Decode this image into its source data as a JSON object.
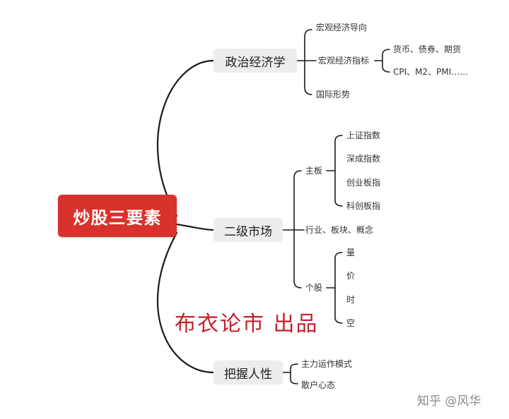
{
  "mindmap": {
    "root": "炒股三要素",
    "branches": {
      "politics": "政治经济学",
      "market": "二级市场",
      "human": "把握人性"
    },
    "politics_items": {
      "macro_policy": "宏观经济导向",
      "macro_index": "宏观经济指标",
      "international": "国际形势"
    },
    "macro_index_items": {
      "currency": "货币、债券、期货",
      "cpi": "CPI、M2、PMI……"
    },
    "market_items": {
      "main_board": "主板",
      "industry": "行业、板块、概念",
      "stock": "个股"
    },
    "main_board_items": {
      "sh": "上证指数",
      "sz": "深成指数",
      "gem": "创业板指",
      "star": "科创板指"
    },
    "stock_items": {
      "volume": "量",
      "price": "价",
      "time": "时",
      "space": "空"
    },
    "human_items": {
      "operator": "主力运作模式",
      "retail": "散户心态"
    }
  },
  "watermarks": {
    "author": "布衣论市  出品",
    "platform": "知乎 @风华"
  },
  "colors": {
    "root_fill": "#d9312b",
    "branch_fill": "#ededed",
    "line": "#1a1a1a",
    "watermark_red": "#c4212e"
  }
}
